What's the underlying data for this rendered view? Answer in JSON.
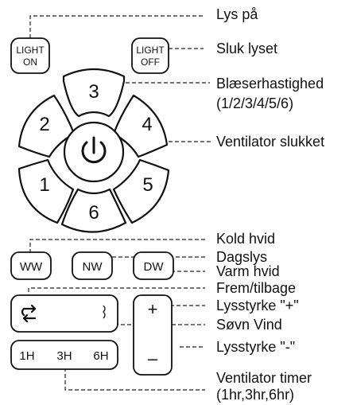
{
  "remote": {
    "light_on": {
      "line1": "LIGHT",
      "line2": "ON"
    },
    "light_off": {
      "line1": "LIGHT",
      "line2": "OFF"
    },
    "speed_buttons": [
      "1",
      "2",
      "3",
      "4",
      "5",
      "6"
    ],
    "power_icon": "power-icon",
    "color_buttons": [
      "WW",
      "NW",
      "DW"
    ],
    "direction_icon": "reverse-arrows-icon",
    "sleep_icon": "moon-breeze-icon",
    "plus": "+",
    "minus": "–",
    "timer_buttons": [
      "1H",
      "3H",
      "6H"
    ]
  },
  "labels": {
    "light_on": "Lys på",
    "light_off": "Sluk lyset",
    "speed_1": "Blæserhastighed",
    "speed_2": "(1/2/3/4/5/6)",
    "fan_off": "Ventilator slukket",
    "cold_white": "Kold hvid",
    "daylight": "Dagslys",
    "warm_white": "Varm hvid",
    "direction": "Frem/tilbage",
    "brightness_up": "Lysstyrke \"+\"",
    "sleep_wind": "Søvn Vind",
    "brightness_down": "Lysstyrke \"-\"",
    "timer_1": "Ventilator timer",
    "timer_2": "(1hr,3hr,6hr)"
  }
}
